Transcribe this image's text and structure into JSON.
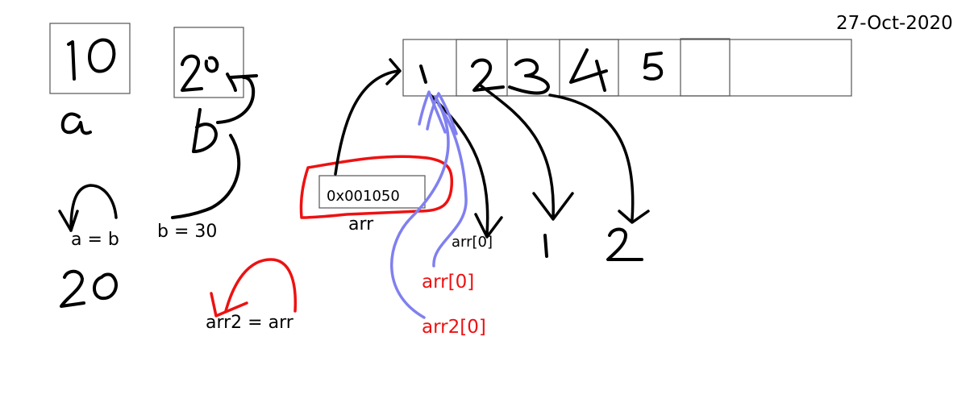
{
  "date": "27-Oct-2020",
  "handwritten": {
    "a_value": "10",
    "b_value": "20",
    "a_label": "a",
    "b_label": "b",
    "a_after": "20",
    "array_values": [
      "1",
      "2",
      "3",
      "4",
      "5"
    ],
    "copied_values": [
      "1",
      "2"
    ]
  },
  "labels": {
    "assign_a": "a = b",
    "assign_b": "b = 30",
    "address": "0x001050",
    "arr": "arr",
    "arr_index": "arr[0]",
    "arr_index_red": "arr[0]",
    "arr2_index": "arr2[0]",
    "assign_arr2": "arr2 = arr"
  },
  "colors": {
    "ink": "#000000",
    "red": "#ee1111",
    "violet": "#8080f0",
    "box_border": "#555555"
  }
}
